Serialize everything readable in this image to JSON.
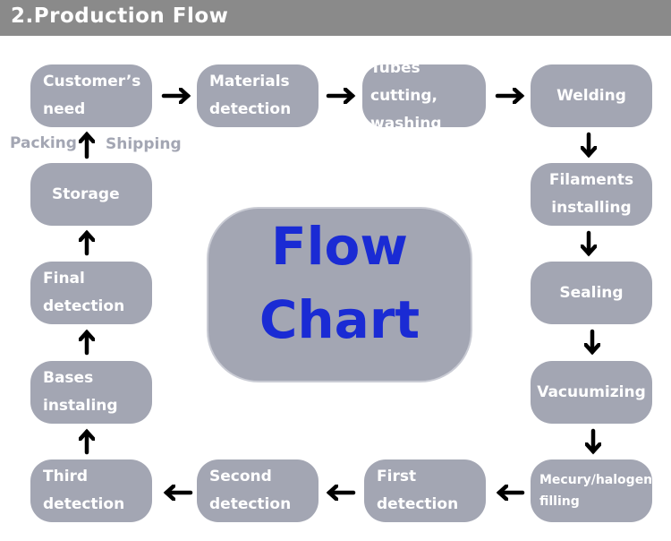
{
  "header": {
    "title": "2.Production Flow"
  },
  "center": {
    "line1": "Flow",
    "line2": "Chart"
  },
  "labels": {
    "packing": "Packing",
    "shipping": "Shipping"
  },
  "colors": {
    "node_fill": "#a3a6b3",
    "header_fill": "#8a8a8a",
    "center_text": "#1a2bd4",
    "arrow": "#000000"
  },
  "steps": [
    {
      "id": "customer-need",
      "text": "Customer’s\nneed"
    },
    {
      "id": "materials-detection",
      "text": "Materials\ndetection"
    },
    {
      "id": "tubes-cutting-washing",
      "text": "Tubes cutting,\nwashing"
    },
    {
      "id": "welding",
      "text": "Welding"
    },
    {
      "id": "filaments-installing",
      "text": "Filaments\ninstalling"
    },
    {
      "id": "sealing",
      "text": "Sealing"
    },
    {
      "id": "vacuumizing",
      "text": "Vacuumizing"
    },
    {
      "id": "mercury-halogen-filling",
      "text": "Mecury/halogen\nfilling"
    },
    {
      "id": "first-detection",
      "text": "First\ndetection"
    },
    {
      "id": "second-detection",
      "text": "Second\ndetection"
    },
    {
      "id": "third-detection",
      "text": "Third\ndetection"
    },
    {
      "id": "bases-installing",
      "text": "Bases\ninstaling"
    },
    {
      "id": "final-detection",
      "text": "Final\ndetection"
    },
    {
      "id": "storage",
      "text": "Storage"
    }
  ]
}
